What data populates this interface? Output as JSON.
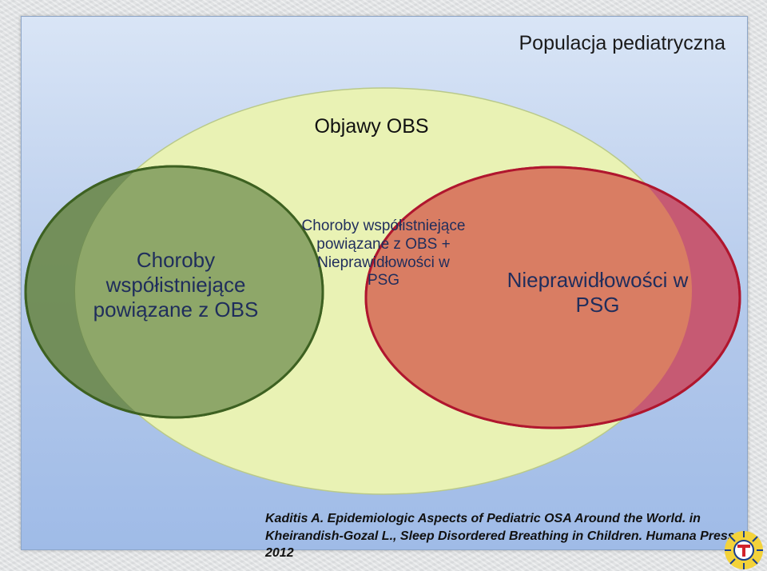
{
  "title": "Populacja pediatryczna",
  "diagram": {
    "outer_label": "Objawy OBS",
    "left_label": "Choroby współistniejące powiązane z OBS",
    "intersection_label": "Choroby współistniejące powiązane z OBS + Nieprawidłowości w PSG",
    "right_label": "Nieprawidłowości w PSG"
  },
  "citation": "Kaditis A. Epidemiologic Aspects of Pediatric OSA Around the World. in Kheirandish-Gozal L., Sleep Disordered Breathing in Children. Humana Press 2012",
  "colors": {
    "outer_fill": "#e9f2b4",
    "left_fill": "#7d9a58",
    "right_fill": "#d8776a",
    "intersection_fill": "#8a6b45"
  },
  "logo": {
    "icon": "sun-emblem-icon"
  }
}
